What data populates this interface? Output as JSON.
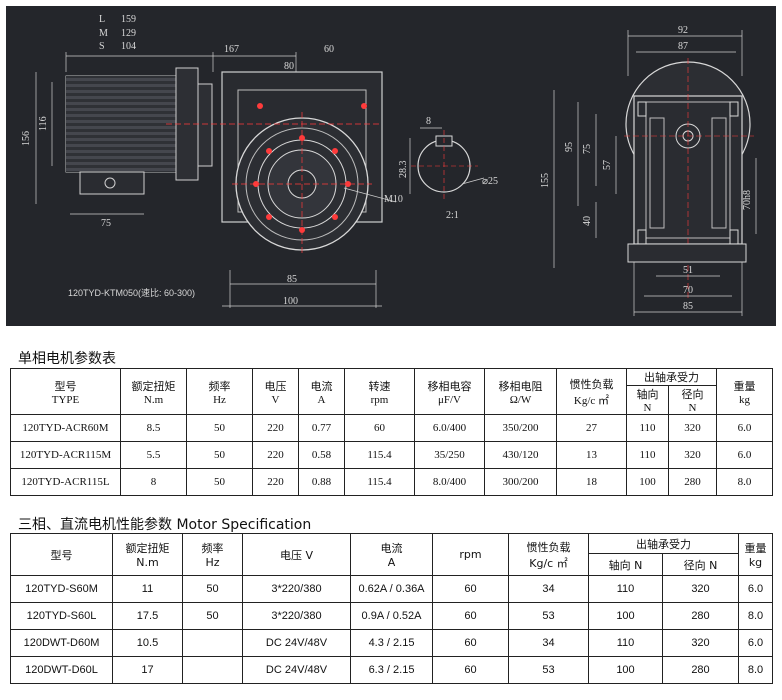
{
  "drawing": {
    "side_view": {
      "dims_left": [
        {
          "key": "L",
          "value": "159"
        },
        {
          "key": "M",
          "value": "129"
        },
        {
          "key": "S",
          "value": "104"
        }
      ],
      "motor_len": "167",
      "gear_offset": "60",
      "gearbox_width_top": "80",
      "height_total": "156",
      "height_motor": "116",
      "base_len": "75",
      "bolt_spacing": "85",
      "gearbox_width_bottom": "100",
      "thread": "M10",
      "caption": "120TYD-KTM050(速比: 60-300)"
    },
    "shaft_detail": {
      "key_width": "8",
      "key_depth": "28.3",
      "bore": "⌀25",
      "scale": "2:1"
    },
    "front_view": {
      "width_outer": "92",
      "width_inner": "87",
      "height_total": "155",
      "h95": "95",
      "h75": "75",
      "h57": "57",
      "h40": "40",
      "bore_fit": "70h8",
      "bottom_51": "51",
      "bottom_70": "70",
      "bottom_85": "85"
    }
  },
  "table1": {
    "title": "单相电机参数表",
    "headers": [
      {
        "zh": "型号",
        "en": "TYPE"
      },
      {
        "zh": "额定扭矩",
        "en": "N.m"
      },
      {
        "zh": "频率",
        "en": "Hz"
      },
      {
        "zh": "电压",
        "en": "V"
      },
      {
        "zh": "电流",
        "en": "A"
      },
      {
        "zh": "转速",
        "en": "rpm"
      },
      {
        "zh": "移相电容",
        "en": "μF/V"
      },
      {
        "zh": "移相电阻",
        "en": "Ω/W"
      },
      {
        "zh": "惯性负载",
        "en": "Kg/c ㎡"
      },
      {
        "zh": "出轴承受力",
        "sub": [
          {
            "zh": "轴向",
            "en": "N"
          },
          {
            "zh": "径向",
            "en": "N"
          }
        ]
      },
      {
        "zh": "重量",
        "en": "kg"
      }
    ],
    "rows": [
      [
        "120TYD-ACR60M",
        "8.5",
        "50",
        "220",
        "0.77",
        "60",
        "6.0/400",
        "350/200",
        "27",
        "110",
        "320",
        "6.0"
      ],
      [
        "120TYD-ACR115M",
        "5.5",
        "50",
        "220",
        "0.58",
        "115.4",
        "35/250",
        "430/120",
        "13",
        "110",
        "320",
        "6.0"
      ],
      [
        "120TYD-ACR115L",
        "8",
        "50",
        "220",
        "0.88",
        "115.4",
        "8.0/400",
        "300/200",
        "18",
        "100",
        "280",
        "8.0"
      ]
    ]
  },
  "table2": {
    "title": "三相、直流电机性能参数 Motor Specification",
    "headers": [
      {
        "zh": "型号",
        "en": ""
      },
      {
        "zh": "额定扭矩",
        "en": "N.m"
      },
      {
        "zh": "频率",
        "en": "Hz"
      },
      {
        "zh": "电压 V",
        "en": ""
      },
      {
        "zh": "电流",
        "en": "A"
      },
      {
        "zh": "rpm",
        "en": ""
      },
      {
        "zh": "惯性负载",
        "en": "Kg/c ㎡"
      },
      {
        "zh": "出轴承受力",
        "sub": [
          {
            "zh": "轴向 N"
          },
          {
            "zh": "径向 N"
          }
        ]
      },
      {
        "zh": "重量",
        "en": "kg"
      }
    ],
    "rows": [
      [
        "120TYD-S60M",
        "11",
        "50",
        "3*220/380",
        "0.62A / 0.36A",
        "60",
        "34",
        "110",
        "320",
        "6.0"
      ],
      [
        "120TYD-S60L",
        "17.5",
        "50",
        "3*220/380",
        "0.9A / 0.52A",
        "60",
        "53",
        "100",
        "280",
        "8.0"
      ],
      [
        "120DWT-D60M",
        "10.5",
        "",
        "DC 24V/48V",
        "4.3 / 2.15",
        "60",
        "34",
        "110",
        "320",
        "6.0"
      ],
      [
        "120DWT-D60L",
        "17",
        "",
        "DC 24V/48V",
        "6.3 / 2.15",
        "60",
        "53",
        "100",
        "280",
        "8.0"
      ]
    ]
  }
}
